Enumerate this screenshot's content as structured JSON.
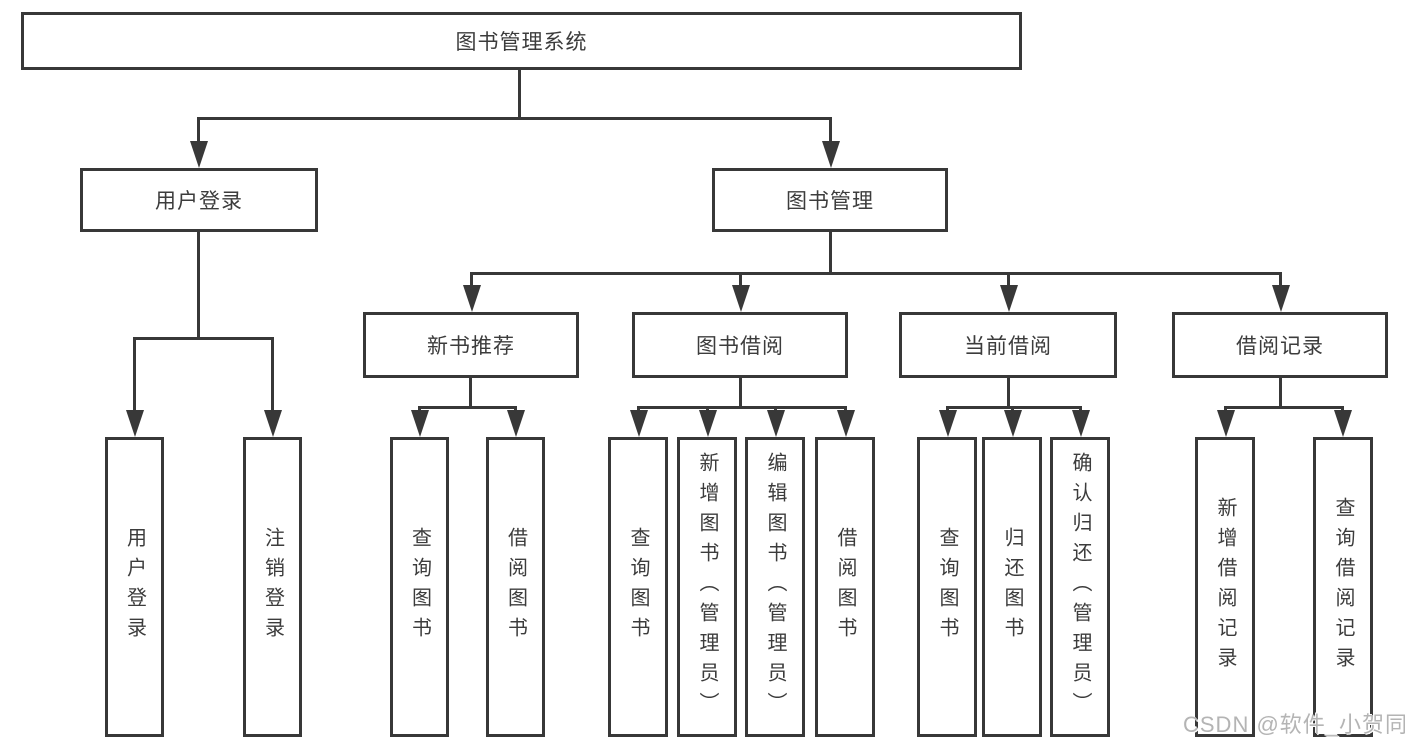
{
  "diagram": {
    "title": "图书管理系统",
    "type": "hierarchy-tree",
    "colors": {
      "line": "#383838",
      "border": "#383838",
      "text": "#3c3c3c",
      "background": "#ffffff",
      "watermark": "#b4b4b4"
    },
    "watermark": "CSDN @软件_小贺同学",
    "nodes": {
      "root": {
        "label": "图书管理系统",
        "level": 1
      },
      "user_login": {
        "label": "用户登录",
        "level": 2
      },
      "book_mgmt": {
        "label": "图书管理",
        "level": 2
      },
      "new_book_rec": {
        "label": "新书推荐",
        "level": 3
      },
      "book_borrow": {
        "label": "图书借阅",
        "level": 3
      },
      "current_borrow": {
        "label": "当前借阅",
        "level": 3
      },
      "borrow_records": {
        "label": "借阅记录",
        "level": 3
      },
      "ul_login": {
        "label": "用户登录",
        "level": 4
      },
      "ul_logout": {
        "label": "注销登录",
        "level": 4
      },
      "nb_query": {
        "label": "查询图书",
        "level": 4
      },
      "nb_borrow": {
        "label": "借阅图书",
        "level": 4
      },
      "bb_query": {
        "label": "查询图书",
        "level": 4
      },
      "bb_add": {
        "label": "新增图书（管理员）",
        "level": 4
      },
      "bb_edit": {
        "label": "编辑图书（管理员）",
        "level": 4
      },
      "bb_borrow": {
        "label": "借阅图书",
        "level": 4
      },
      "cb_query": {
        "label": "查询图书",
        "level": 4
      },
      "cb_return": {
        "label": "归还图书",
        "level": 4
      },
      "cb_confirm": {
        "label": "确认归还（管理员）",
        "level": 4
      },
      "br_add": {
        "label": "新增借阅记录",
        "level": 4
      },
      "br_query": {
        "label": "查询借阅记录",
        "level": 4
      }
    },
    "hierarchy": {
      "图书管理系统": [
        "用户登录",
        "图书管理"
      ],
      "用户登录": [
        "用户登录",
        "注销登录"
      ],
      "图书管理": [
        "新书推荐",
        "图书借阅",
        "当前借阅",
        "借阅记录"
      ],
      "新书推荐": [
        "查询图书",
        "借阅图书"
      ],
      "图书借阅": [
        "查询图书",
        "新增图书（管理员）",
        "编辑图书（管理员）",
        "借阅图书"
      ],
      "当前借阅": [
        "查询图书",
        "归还图书",
        "确认归还（管理员）"
      ],
      "借阅记录": [
        "新增借阅记录",
        "查询借阅记录"
      ]
    }
  }
}
